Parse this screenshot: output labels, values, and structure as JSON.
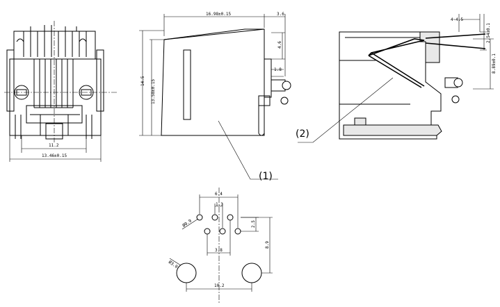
{
  "front_view": {
    "dim_width_inner": "11.2",
    "dim_width_total": "13.46±0.15"
  },
  "side_view": {
    "dim_length": "16.98±0.15",
    "dim_offset": "3.6",
    "dim_height": "14.5",
    "dim_height_body": "13.58±0.15",
    "dim_pin_height": "4.6",
    "dim_pin_small": "1.8",
    "callout_1": "(1)"
  },
  "section_view": {
    "dim_top_offset": "4~4.5",
    "dim_top_small": "2.54±0.1",
    "dim_height": "8.89±0.1",
    "callout_2": "(2)"
  },
  "pcb_layout": {
    "dim_pin_spacing_wide": "6.4",
    "dim_pin_pitch": "1.3",
    "dim_pin_diameter": "Ø0.9",
    "dim_row_offset": "2.5",
    "dim_row_span": "3.8",
    "dim_height": "8.9",
    "dim_post_diameter": "Ø3.0",
    "dim_post_spacing": "10.2"
  }
}
